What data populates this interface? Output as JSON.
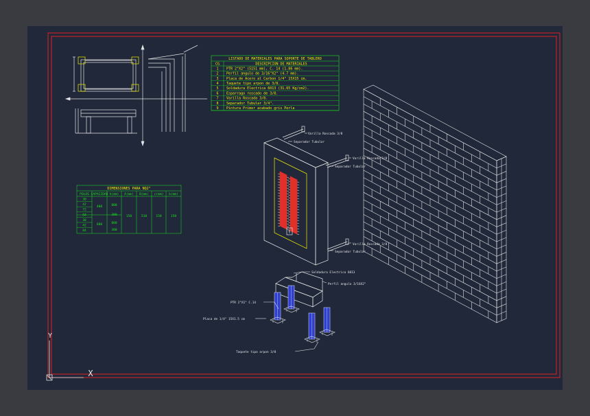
{
  "viewport": {
    "background": "#3a3b40",
    "drawing_bg": "#21283a"
  },
  "colors": {
    "border": "#e02020",
    "line": "#e6e6e6",
    "table_line": "#19e619",
    "title": "#f0f000",
    "green_text": "#19e619",
    "column_blue": "#2f3fd0",
    "breaker_red": "#e0302a"
  },
  "materials_table": {
    "title": "LISTADO DE MATERIALES PARA SOPORTE DE TABLERO",
    "headers": [
      "CG",
      "DESCRIPCION DE MATERIALES"
    ],
    "rows": [
      [
        "1",
        "PTR 2\"X2\" (5151 mm), C. 14 (1.86 mm)."
      ],
      [
        "2",
        "Perfil angulo de 3/16\"X2\" (4.7 mm)."
      ],
      [
        "3",
        "Placa de Acero al Carbon 1/4\" 15X15 cm."
      ],
      [
        "4",
        "Taquete tipo arpon de 3/8."
      ],
      [
        "5",
        "Soldadura Electrica 6013 (31.65 Kg/cm2)."
      ],
      [
        "6",
        "Esparrago roscado de 3/8."
      ],
      [
        "7",
        "Varilla Roscada 3/8."
      ],
      [
        "8",
        "Separador Tubular 3/4\"."
      ],
      [
        "9",
        "Pintura Primer acabado gris Perla"
      ]
    ]
  },
  "dimensions_table": {
    "title": "DIMENSIONES PARA NQ2\"",
    "headers": [
      "POLOS",
      "CAPACIDAD",
      "h(mm)",
      "A(mm)",
      "B(mm)",
      "c(mm)",
      "b(mm)"
    ],
    "polos": [
      "30",
      "42",
      "72",
      "84",
      "30",
      "42",
      "84"
    ],
    "capacidad": [
      "400",
      "600"
    ],
    "h_values": [
      "800",
      "300",
      "800",
      "300"
    ],
    "a_value": "150",
    "b_value": "510",
    "c_value": "150",
    "bb_value": "150"
  },
  "labels": {
    "varilla_top": "Varilla Roscada 3/8",
    "separador_top": "Separador Tubular",
    "varilla_mid": "Varilla Roscada 3/8",
    "separador_mid": "Separador Tubular",
    "varilla_bot": "Varilla Roscada 3/8",
    "separador_bot": "Separador Tubular",
    "soldadura": "Soldadura Electrica 6013",
    "perfil": "Perfil angulo 3/16X2\"",
    "ptr": "PTR 2\"X1\" C.14",
    "placa": "Placa de 1/4\" 15X1.5 cm",
    "taquete": "Taquete tipo arpon 3/8"
  },
  "ucs": {
    "x_label": "X",
    "y_label": "Y"
  }
}
